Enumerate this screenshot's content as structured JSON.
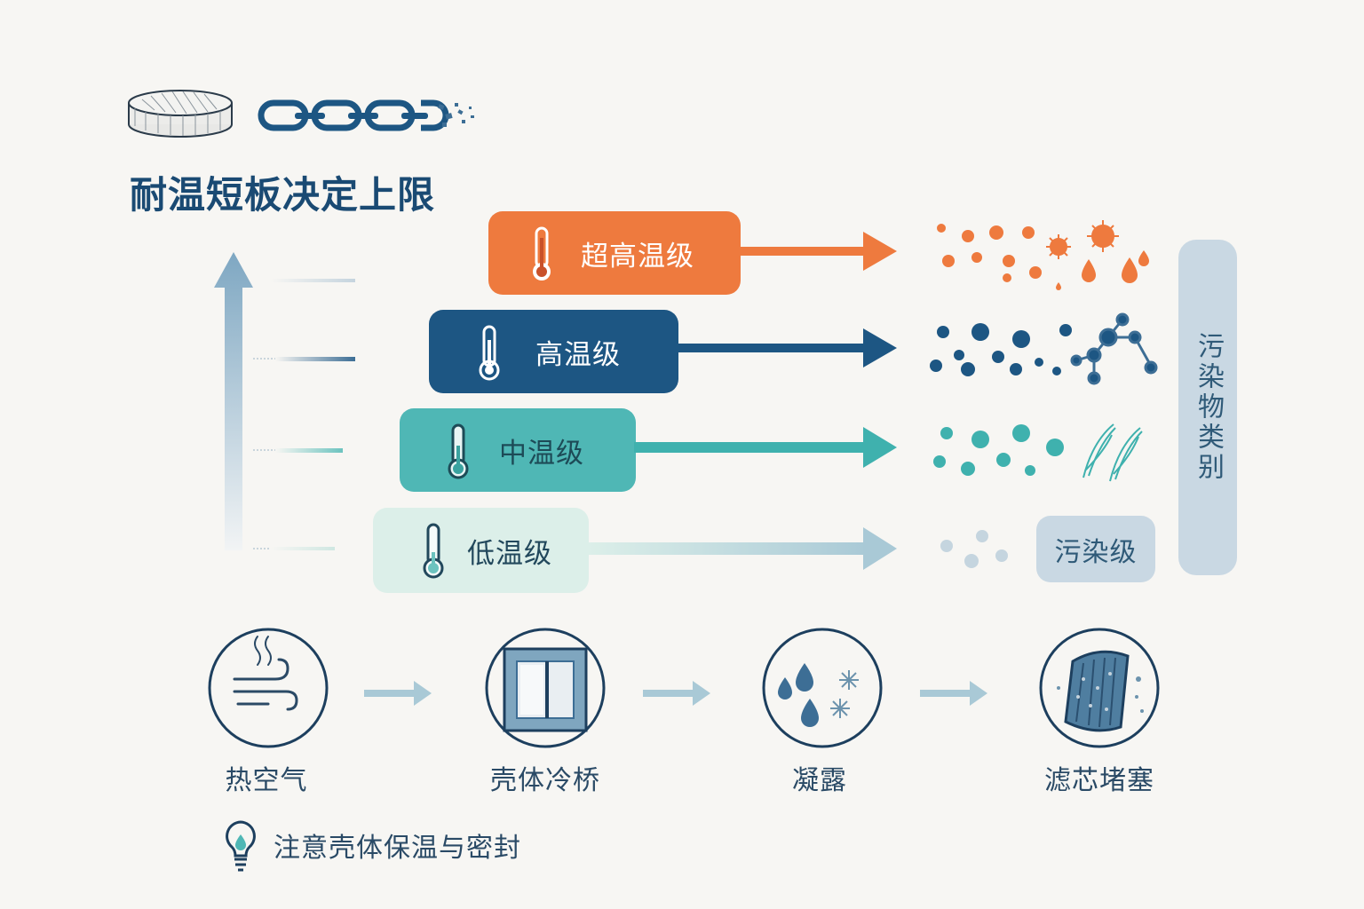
{
  "title": "耐温短板决定上限",
  "levels": [
    {
      "id": "ultra",
      "label": "超高温级",
      "color": "#ee7a3e"
    },
    {
      "id": "high",
      "label": "高温级",
      "color": "#1d5683"
    },
    {
      "id": "mid",
      "label": "中温级",
      "color": "#4fb7b5"
    },
    {
      "id": "low",
      "label": "低温级",
      "color": "#dcefe9"
    }
  ],
  "pollutants": {
    "category_label": "污染物类别",
    "badge_label": "污染级"
  },
  "process_steps": [
    {
      "label": "热空气",
      "icon": "hot-air-icon"
    },
    {
      "label": "壳体冷桥",
      "icon": "cold-bridge-icon"
    },
    {
      "label": "凝露",
      "icon": "condensation-icon"
    },
    {
      "label": "滤芯堵塞",
      "icon": "clogged-filter-icon"
    }
  ],
  "tip": "注意壳体保温与密封",
  "colors": {
    "navy": "#1d5683",
    "orange": "#ee7a3e",
    "teal": "#4fb7b5",
    "pale": "#a9c9d6"
  }
}
